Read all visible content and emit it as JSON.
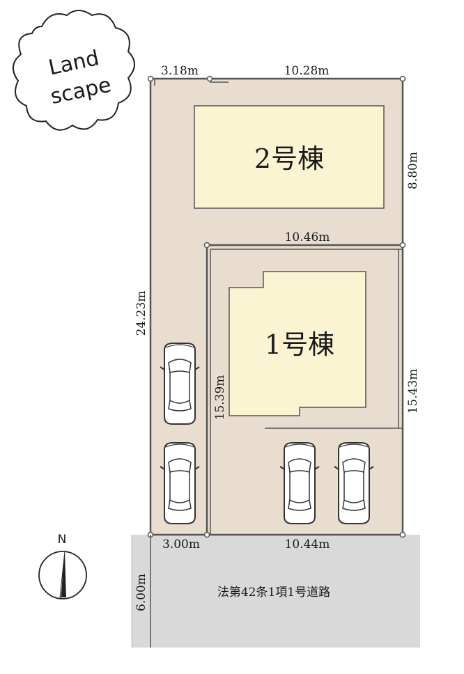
{
  "logo": {
    "line1": "Land",
    "line2": "scape"
  },
  "compass": {
    "label": "N"
  },
  "buildings": [
    {
      "label": "2号棟"
    },
    {
      "label": "1号棟"
    }
  ],
  "dimensions": {
    "top_left": "3.18m",
    "top_right": "10.28m",
    "right_upper": "8.80m",
    "middle_boundary": "10.46m",
    "left_total": "24.23m",
    "lot1_left": "15.39m",
    "right_lower": "15.43m",
    "bottom_left": "3.00m",
    "bottom_right": "10.44m",
    "road_width": "6.00m"
  },
  "road": {
    "label": "法第42条1項1号道路"
  },
  "colors": {
    "lot": "#e9ddd0",
    "building": "#fbf4d3",
    "road": "#d9d9d9",
    "line": "#555555"
  }
}
